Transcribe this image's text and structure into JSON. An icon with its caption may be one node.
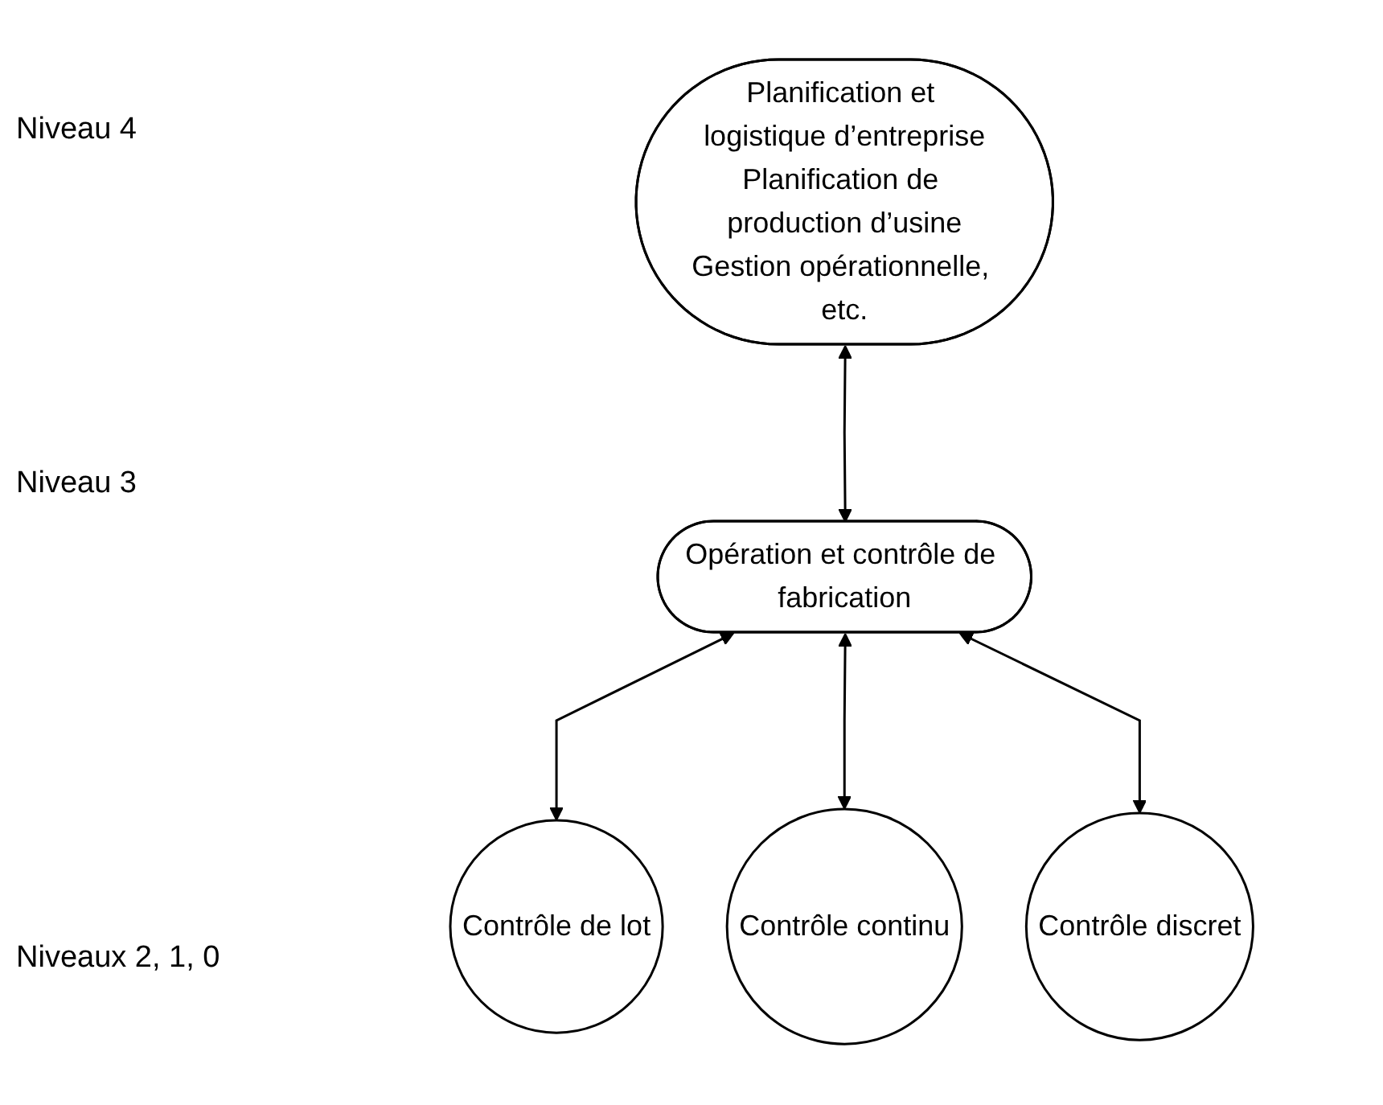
{
  "diagram": {
    "nodes": [
      {
        "text": [
          "Planification et logistique d’entreprise",
          "Planification de production d’usine",
          "Gestion opérationnelle, etc."
        ]
      },
      {
        "text": [
          "Opération et contrôle de fabrication"
        ]
      },
      {
        "text": [
          "Contrôle de lot"
        ]
      },
      {
        "text": [
          "Contrôle continu"
        ]
      },
      {
        "text": [
          "Contrôle discret"
        ]
      }
    ],
    "edges": [
      {
        "from": 0,
        "to": 1,
        "arrow": "both"
      },
      {
        "from": 1,
        "to": 2,
        "arrow": "both"
      },
      {
        "from": 1,
        "to": 3,
        "arrow": "both"
      },
      {
        "from": 1,
        "to": 4,
        "arrow": "both"
      }
    ],
    "labels": [
      "Niveau 4",
      "Niveau 3",
      "Niveaux 2, 1, 0"
    ]
  }
}
